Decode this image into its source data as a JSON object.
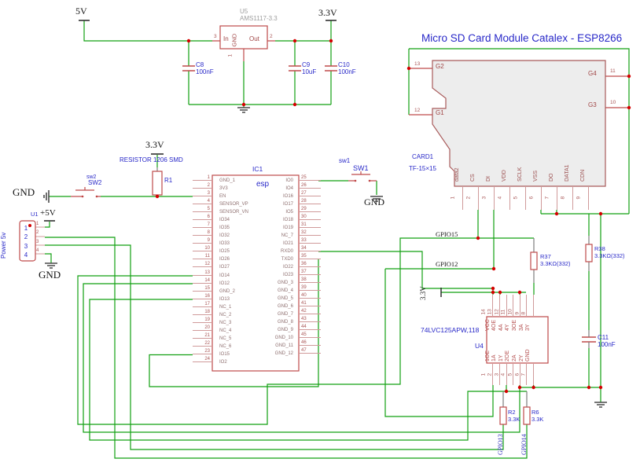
{
  "title": "Micro SD Card Module Catalex - ESP8266",
  "colors": {
    "wire": "#12a012",
    "symbol": "#bf4a4a",
    "dot": "#d40000",
    "blue": "#2828c8",
    "gray": "#9e9e9e",
    "body_fill": "#ededed"
  },
  "supplies": {
    "v5": "5V",
    "v33_top": "3.3V",
    "v33_mid": "3.3V",
    "v33_u4": "3.3V",
    "plus5": "+5V"
  },
  "grounds": {
    "left": "GND",
    "u1": "GND",
    "sw1": "GND"
  },
  "nets": {
    "gpio15": "GPIO15",
    "gpio12": "GPIO12",
    "gpio13": "GPIO13",
    "gpio14": "GPIO14"
  },
  "u5": {
    "ref": "U5",
    "value": "AMS1117-3.3",
    "pin_in": "In",
    "pin_out": "Out",
    "pin_gnd": "GND",
    "num_in": "3",
    "num_out": "2",
    "num_gnd": "1"
  },
  "c8": {
    "ref": "C8",
    "value": "100nF"
  },
  "c9": {
    "ref": "C9",
    "value": "10uF"
  },
  "c10": {
    "ref": "C10",
    "value": "100nF"
  },
  "c11": {
    "ref": "C11",
    "value": "100nF"
  },
  "r1": {
    "ref": "R1",
    "note": "RESISTOR 1206 SMD"
  },
  "r37": {
    "ref": "R37",
    "value": "3.3KΩ(332)"
  },
  "r38": {
    "ref": "R38",
    "value": "3.3KΩ(332)"
  },
  "r2": {
    "ref": "R2",
    "value": "3.3K"
  },
  "r6": {
    "ref": "R6",
    "value": "3.3K"
  },
  "sw2": {
    "small": "sw2",
    "name": "SW2"
  },
  "sw1": {
    "small": "sw1",
    "name": "SW1"
  },
  "u1": {
    "ref": "U1",
    "label": "Power 5v",
    "pins": [
      {
        "n": "1"
      },
      {
        "n": "2"
      },
      {
        "n": "3"
      },
      {
        "n": "4"
      }
    ]
  },
  "ic1": {
    "ref": "IC1",
    "name": "esp",
    "left": [
      {
        "n": "1",
        "name": "GND_1"
      },
      {
        "n": "2",
        "name": "3V3"
      },
      {
        "n": "3",
        "name": "EN"
      },
      {
        "n": "4",
        "name": "SENSOR_VP"
      },
      {
        "n": "5",
        "name": "SENSOR_VN"
      },
      {
        "n": "6",
        "name": "IO34"
      },
      {
        "n": "7",
        "name": "IO35"
      },
      {
        "n": "8",
        "name": "IO32"
      },
      {
        "n": "9",
        "name": "IO33"
      },
      {
        "n": "10",
        "name": "IO25"
      },
      {
        "n": "11",
        "name": "IO26"
      },
      {
        "n": "12",
        "name": "IO27"
      },
      {
        "n": "13",
        "name": "IO14"
      },
      {
        "n": "14",
        "name": "IO12"
      },
      {
        "n": "15",
        "name": "GND_2"
      },
      {
        "n": "16",
        "name": "IO13"
      },
      {
        "n": "17",
        "name": "NC_1"
      },
      {
        "n": "18",
        "name": "NC_2"
      },
      {
        "n": "19",
        "name": "NC_3"
      },
      {
        "n": "20",
        "name": "NC_4"
      },
      {
        "n": "21",
        "name": "NC_5"
      },
      {
        "n": "22",
        "name": "NC_6"
      },
      {
        "n": "23",
        "name": "IO15"
      },
      {
        "n": "24",
        "name": "IO2"
      }
    ],
    "right": [
      {
        "n": "25",
        "name": "IO0"
      },
      {
        "n": "26",
        "name": "IO4"
      },
      {
        "n": "27",
        "name": "IO16"
      },
      {
        "n": "28",
        "name": "IO17"
      },
      {
        "n": "29",
        "name": "IO5"
      },
      {
        "n": "30",
        "name": "IO18"
      },
      {
        "n": "31",
        "name": "IO19"
      },
      {
        "n": "32",
        "name": "NC_7"
      },
      {
        "n": "33",
        "name": "IO21"
      },
      {
        "n": "34",
        "name": "RXD0"
      },
      {
        "n": "35",
        "name": "TXD0"
      },
      {
        "n": "36",
        "name": "IO22"
      },
      {
        "n": "37",
        "name": "IO23"
      },
      {
        "n": "38",
        "name": "GND_3"
      },
      {
        "n": "39",
        "name": "GND_4"
      },
      {
        "n": "40",
        "name": "GND_5"
      },
      {
        "n": "41",
        "name": "GND_6"
      },
      {
        "n": "42",
        "name": "GND_7"
      },
      {
        "n": "43",
        "name": "GND_8"
      },
      {
        "n": "44",
        "name": "GND_9"
      },
      {
        "n": "45",
        "name": "GND_10"
      },
      {
        "n": "46",
        "name": "GND_11"
      },
      {
        "n": "47",
        "name": "GND_12"
      }
    ]
  },
  "card": {
    "ref": "CARD1",
    "pkg": "TF-15×15",
    "g2": {
      "num": "13",
      "name": "G2"
    },
    "g1": {
      "num": "12",
      "name": "G1"
    },
    "g4": {
      "num": "11",
      "name": "G4"
    },
    "g3": {
      "num": "10",
      "name": "G3"
    },
    "bottom": [
      {
        "n": "1",
        "name": "data2"
      },
      {
        "n": "2",
        "name": "CS"
      },
      {
        "n": "3",
        "name": "DI"
      },
      {
        "n": "4",
        "name": "VDD"
      },
      {
        "n": "5",
        "name": "SCLK"
      },
      {
        "n": "6",
        "name": "VSS"
      },
      {
        "n": "7",
        "name": "DO"
      },
      {
        "n": "8",
        "name": "DATA1"
      },
      {
        "n": "9",
        "name": "CDN"
      }
    ]
  },
  "u4": {
    "ref": "U4",
    "value": "74LVC125APW,118",
    "top": [
      {
        "n": "14",
        "name": "VCC"
      },
      {
        "n": "13",
        "name": "4OE"
      },
      {
        "n": "12",
        "name": "4A"
      },
      {
        "n": "11",
        "name": "4Y"
      },
      {
        "n": "10",
        "name": "3OE"
      },
      {
        "n": "9",
        "name": "3A"
      },
      {
        "n": "8",
        "name": "3Y"
      }
    ],
    "bottom": [
      {
        "n": "1",
        "name": "1OE"
      },
      {
        "n": "2",
        "name": "1A"
      },
      {
        "n": "3",
        "name": "1Y"
      },
      {
        "n": "4",
        "name": "2OE"
      },
      {
        "n": "5",
        "name": "2A"
      },
      {
        "n": "6",
        "name": "2Y"
      },
      {
        "n": "7",
        "name": "GND"
      }
    ]
  }
}
